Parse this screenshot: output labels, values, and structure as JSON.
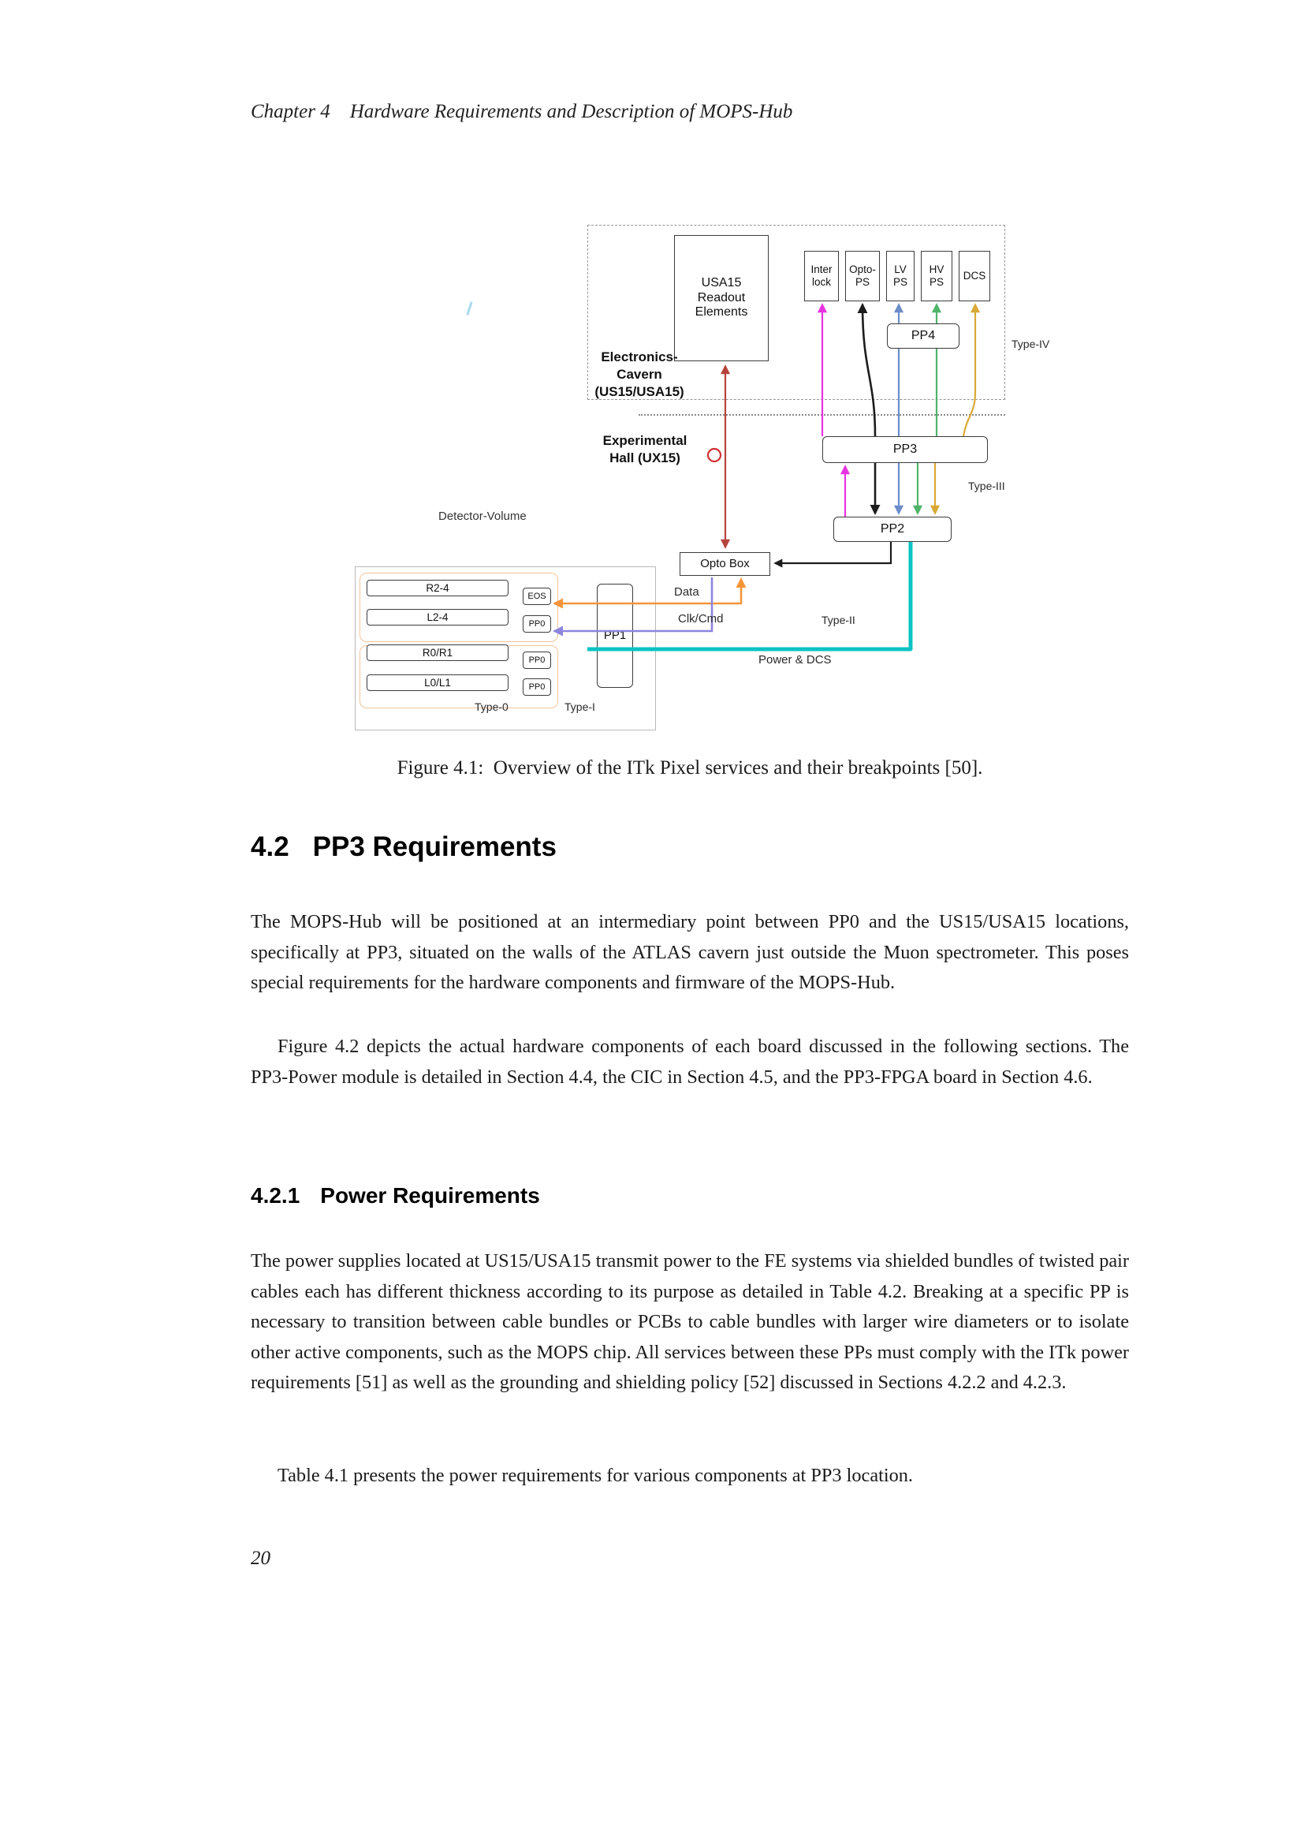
{
  "page": {
    "running_header": "Chapter 4 Hardware Requirements and Description of MOPS-Hub",
    "page_number": "20"
  },
  "figure": {
    "caption": "Figure 4.1: Overview of the ITk Pixel services and their breakpoints [50].",
    "diagram": {
      "region_labels": {
        "electronics_cavern": "Electronics-\nCavern\n(US15/USA15)",
        "experimental_hall": "Experimental\nHall (UX15)",
        "detector_volume": "Detector-Volume"
      },
      "boxes": {
        "usa15": "USA15\nReadout\nElements",
        "interlock": "Inter\nlock",
        "opto_ps": "Opto-\nPS",
        "lv_ps": "LV\nPS",
        "hv_ps": "HV\nPS",
        "dcs": "DCS",
        "pp4": "PP4",
        "pp3": "PP3",
        "pp2": "PP2",
        "pp1": "PP1",
        "opto_box": "Opto Box",
        "eos": "EOS",
        "pp0": [
          "PP0",
          "PP0",
          "PP0"
        ],
        "layer_rows": [
          "R2-4",
          "L2-4",
          "R0/R1",
          "L0/L1"
        ]
      },
      "cable_labels": {
        "type_iv": "Type-IV",
        "type_iii": "Type-III",
        "type_ii": "Type-II",
        "type_i": "Type-I",
        "type_0": "Type-0",
        "data": "Data",
        "clk_cmd": "Clk/Cmd",
        "power_dcs": "Power & DCS"
      },
      "colors": {
        "interlock": "#e833e0",
        "opto_power": "#1c1c1c",
        "lv": "#6d8dc9",
        "hv": "#4fb36a",
        "dcs": "#d9a937",
        "power_dcs": "#0bc3c3",
        "fibre": "#b5433c",
        "data": "#f5953a",
        "clk_cmd": "#8d85dd",
        "fibre_break": "#d03030"
      }
    }
  },
  "section": {
    "number": "4.2",
    "title": "PP3 Requirements",
    "paragraphs": [
      "The MOPS-Hub will be positioned at an intermediary point between PP0 and the US15/USA15 locations, specifically at PP3, situated on the walls of the ATLAS cavern just outside the Muon spectrometer. This poses special requirements for the hardware components and firmware of the MOPS-Hub.",
      "Figure 4.2 depicts the actual hardware components of each board discussed in the following sections. The PP3-Power module is detailed in Section 4.4, the CIC in Section 4.5, and the PP3-FPGA board in Section 4.6."
    ]
  },
  "subsection": {
    "number": "4.2.1",
    "title": "Power Requirements",
    "paragraphs": [
      "The power supplies located at US15/USA15 transmit power to the FE systems via shielded bundles of twisted pair cables each has different thickness according to its purpose as detailed in Table 4.2. Breaking at a specific PP is necessary to transition between cable bundles or PCBs to cable bundles with larger wire diameters or to isolate other active components, such as the MOPS chip. All services between these PPs must comply with the ITk power requirements [51] as well as the grounding and shielding policy [52] discussed in Sections 4.2.2 and 4.2.3.",
      "Table 4.1 presents the power requirements for various components at PP3 location."
    ]
  }
}
